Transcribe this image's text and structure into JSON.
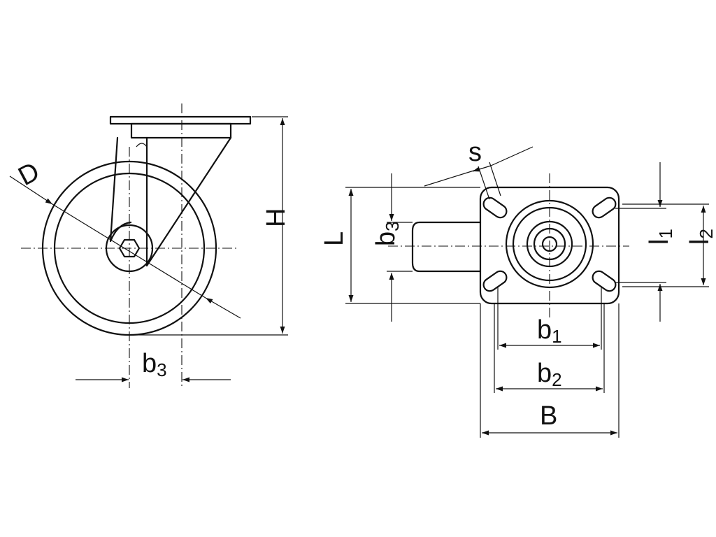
{
  "colors": {
    "stroke": "#111111",
    "background": "#ffffff"
  },
  "side_view": {
    "dim_D": "D",
    "dim_H": "H",
    "dim_b3": {
      "base": "b",
      "sub": "3"
    }
  },
  "top_view": {
    "dim_s": "s",
    "dim_L": "L",
    "dim_b3": {
      "base": "b",
      "sub": "3"
    },
    "dim_l1": {
      "base": "l",
      "sub": "1"
    },
    "dim_l2": {
      "base": "l",
      "sub": "2"
    },
    "dim_b1": {
      "base": "b",
      "sub": "1"
    },
    "dim_b2": {
      "base": "b",
      "sub": "2"
    },
    "dim_B": "B"
  }
}
